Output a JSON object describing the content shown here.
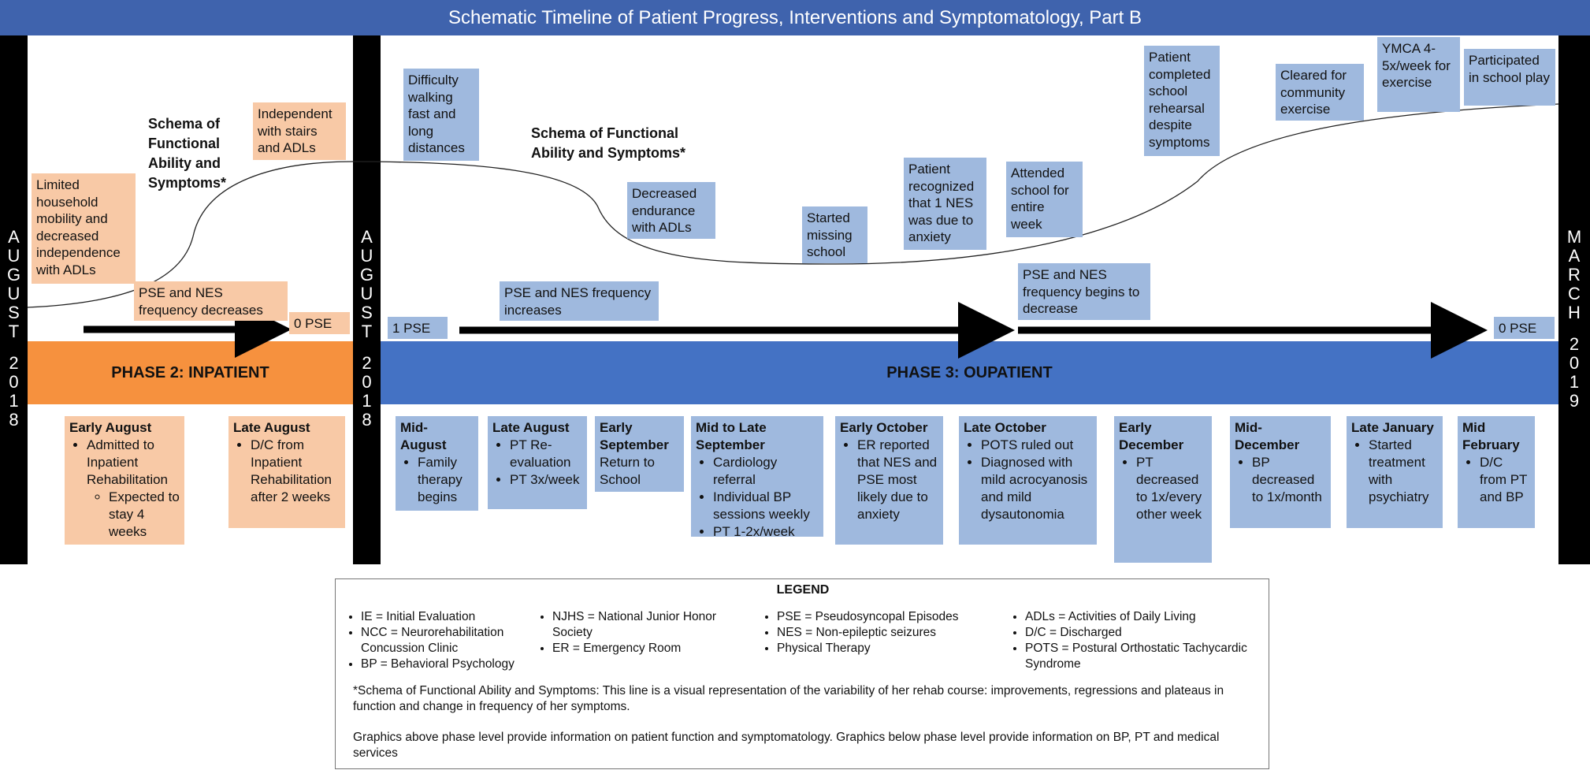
{
  "title": "Schematic Timeline of Patient Progress, Interventions and Symptomatology, Part B",
  "left_markers": [
    {
      "month": [
        "A",
        "U",
        "G",
        "U",
        "S",
        "T"
      ],
      "year": [
        "2",
        "0",
        "1",
        "8"
      ]
    },
    {
      "month": [
        "A",
        "U",
        "G",
        "U",
        "S",
        "T"
      ],
      "year": [
        "2",
        "0",
        "1",
        "8"
      ]
    }
  ],
  "right_marker": {
    "month": [
      "M",
      "A",
      "R",
      "C",
      "H"
    ],
    "year": [
      "2",
      "0",
      "1",
      "9"
    ]
  },
  "phase2": {
    "label": "PHASE 2: INPATIENT",
    "schema_label": "Schema of Functional Ability and Symptoms*",
    "upper_boxes": [
      {
        "name": "limited-mobility-box",
        "text": "Limited household mobility and decreased independence with ADLs"
      },
      {
        "name": "independent-stairs-box",
        "text": "Independent with stairs and ADLs"
      },
      {
        "name": "pse-nes-decreases-box",
        "text": "PSE and NES frequency decreases"
      },
      {
        "name": "zero-pse-box",
        "text": "0 PSE"
      }
    ],
    "lower_boxes": [
      {
        "name": "early-august-box",
        "heading": "Early August",
        "items": [
          "Admitted to Inpatient Rehabilitation"
        ],
        "subitems": [
          "Expected to stay 4 weeks"
        ]
      },
      {
        "name": "late-august-box",
        "heading": "Late August",
        "items": [
          "D/C from Inpatient Rehabilitation after 2 weeks"
        ]
      }
    ]
  },
  "phase3": {
    "label": "PHASE 3: OUPATIENT",
    "schema_label": "Schema of Functional Ability and Symptoms*",
    "upper_boxes": [
      {
        "name": "difficulty-walking-box",
        "text": "Difficulty walking fast and long distances"
      },
      {
        "name": "decreased-endurance-box",
        "text": "Decreased endurance with ADLs"
      },
      {
        "name": "started-missing-school-box",
        "text": "Started missing school"
      },
      {
        "name": "patient-recognized-box",
        "text": "Patient recognized that 1 NES was due to anxiety"
      },
      {
        "name": "attended-school-box",
        "text": "Attended school for entire week"
      },
      {
        "name": "school-rehearsal-box",
        "text": "Patient completed school rehearsal despite symptoms"
      },
      {
        "name": "cleared-exercise-box",
        "text": "Cleared for community exercise"
      },
      {
        "name": "ymca-box",
        "text": "YMCA 4-5x/week for exercise"
      },
      {
        "name": "school-play-box",
        "text": "Participated in school play"
      },
      {
        "name": "one-pse-box",
        "text": "1 PSE"
      },
      {
        "name": "pse-nes-increases-box",
        "text": "PSE and NES frequency increases"
      },
      {
        "name": "pse-nes-begins-decrease-box",
        "text": "PSE and NES frequency begins to decrease"
      },
      {
        "name": "zero-pse-end-box",
        "text": "0 PSE"
      }
    ],
    "lower_boxes": [
      {
        "name": "mid-august-box",
        "heading": "Mid-August",
        "items": [
          "Family therapy begins"
        ]
      },
      {
        "name": "late-august-op-box",
        "heading": "Late August",
        "items": [
          "PT Re-evaluation",
          "PT 3x/week"
        ]
      },
      {
        "name": "early-september-box",
        "heading": "Early September",
        "plain": "Return to School"
      },
      {
        "name": "mid-late-september-box",
        "heading": "Mid to Late September",
        "items": [
          "Cardiology referral",
          "Individual BP sessions weekly",
          "PT 1-2x/week"
        ]
      },
      {
        "name": "early-october-box",
        "heading": "Early October",
        "items": [
          "ER reported that NES and PSE most likely due to anxiety"
        ]
      },
      {
        "name": "late-october-box",
        "heading": "Late October",
        "items": [
          "POTS ruled out",
          "Diagnosed with mild acrocyanosis and mild dysautonomia"
        ]
      },
      {
        "name": "early-december-box",
        "heading": "Early December",
        "items": [
          "PT decreased to 1x/every other week"
        ]
      },
      {
        "name": "mid-december-box",
        "heading": "Mid-December",
        "items": [
          "BP decreased to 1x/month"
        ]
      },
      {
        "name": "late-january-box",
        "heading": "Late January",
        "items": [
          "Started treatment with psychiatry"
        ]
      },
      {
        "name": "mid-february-box",
        "heading": "Mid February",
        "items": [
          "D/C from PT and BP"
        ]
      }
    ]
  },
  "legend": {
    "title": "LEGEND",
    "col1": [
      "IE = Initial Evaluation",
      "NCC = Neurorehabilitation Concussion Clinic",
      "BP = Behavioral Psychology"
    ],
    "col2": [
      "NJHS = National Junior Honor Society",
      "ER = Emergency Room"
    ],
    "col3": [
      "PSE = Pseudosyncopal Episodes",
      "NES = Non-epileptic seizures",
      "Physical Therapy"
    ],
    "col4": [
      "ADLs = Activities of Daily Living",
      "D/C = Discharged",
      "POTS = Postural Orthostatic Tachycardic Syndrome"
    ],
    "note1": "*Schema of Functional Ability and Symptoms: This line is a visual representation of the variability of her rehab course: improvements, regressions and plateaus in function and change in frequency of her symptoms.",
    "note2": "Graphics above phase level provide information on patient function and symptomatology.  Graphics below phase level provide information on BP, PT and medical services"
  },
  "colors": {
    "title_bar": "#3f63ad",
    "phase2": "#f6913e",
    "phase3": "#4472c4",
    "orange_box": "#f8c9a6",
    "blue_box": "#9fb9de",
    "marker_bar": "#000000"
  }
}
